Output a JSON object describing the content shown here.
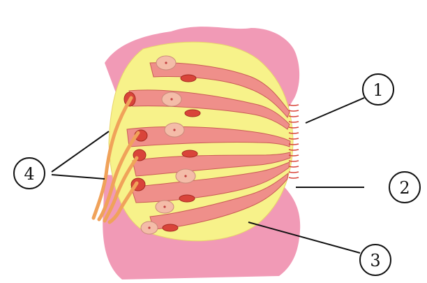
{
  "labels": [
    {
      "id": "1",
      "text": "1"
    },
    {
      "id": "2",
      "text": "2"
    },
    {
      "id": "3",
      "text": "3"
    },
    {
      "id": "4",
      "text": "4"
    }
  ],
  "colors": {
    "epithelium": "#f19ab6",
    "supporting_cell": "#f7f28a",
    "receptor_cell": "#ef8f8a",
    "nucleus_support": "#f4bca8",
    "nucleus_receptor": "#d9443a",
    "nerve_fiber": "#f0a25a",
    "line": "#111111"
  }
}
